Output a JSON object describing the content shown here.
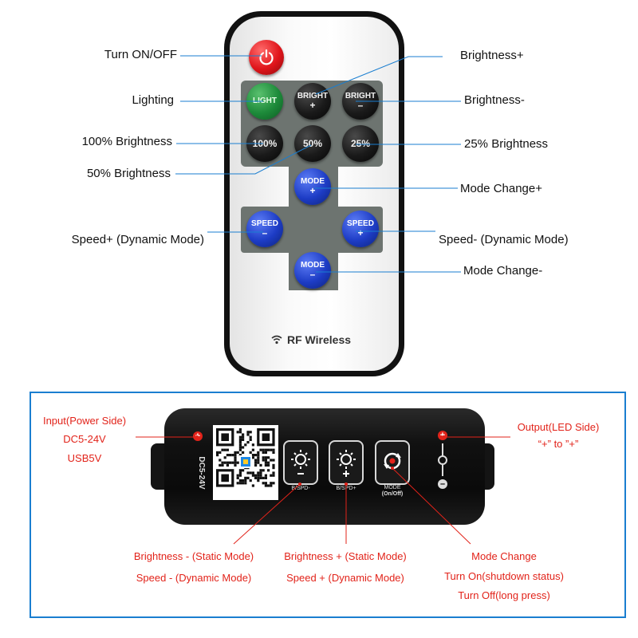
{
  "remote": {
    "buttons": {
      "power": {
        "icon": "power-icon"
      },
      "light": {
        "label": "LIGHT"
      },
      "bright_plus": {
        "top": "BRIGHT",
        "bottom": "+"
      },
      "bright_minus": {
        "top": "BRIGHT",
        "bottom": "–"
      },
      "b100": {
        "label": "100%"
      },
      "b50": {
        "label": "50%"
      },
      "b25": {
        "label": "25%"
      },
      "mode_plus": {
        "top": "MODE",
        "bottom": "+"
      },
      "speed_minus_left": {
        "top": "SPEED",
        "bottom": "–"
      },
      "speed_plus_right": {
        "top": "SPEED",
        "bottom": "+"
      },
      "mode_minus": {
        "top": "MODE",
        "bottom": "–"
      }
    },
    "brand": {
      "text": "RF Wireless",
      "icon": "wireless-signal-icon"
    }
  },
  "remote_labels": {
    "turn_on_off": "Turn ON/OFF",
    "brightness_plus": "Brightness+",
    "lighting": "Lighting",
    "brightness_minus": "Brightness-",
    "b100": "100% Brightness",
    "b25": "25% Brightness",
    "b50": "50% Brightness",
    "mode_change_plus": "Mode Change+",
    "speed_plus": "Speed+ (Dynamic Mode)",
    "speed_minus": "Speed- (Dynamic Mode)",
    "mode_change_minus": "Mode Change-"
  },
  "controller": {
    "dc_label": "DC5-24V",
    "key1_label": "B/SPD-",
    "key2_label": "B/SPD+",
    "key3_label_1": "MODE",
    "key3_label_2": "(On/Off)",
    "input_plus": "+",
    "output_plus": "+",
    "output_minus": "–"
  },
  "controller_labels": {
    "input_1": "Input(Power Side)",
    "input_2": "DC5-24V",
    "input_3": "USB5V",
    "output_1": "Output(LED Side)",
    "output_2": "“+” to ”+”",
    "bm_1": "Brightness - (Static Mode)",
    "bm_2": "Speed - (Dynamic Mode)",
    "bp_1": "Brightness + (Static Mode)",
    "bp_2": "Speed + (Dynamic Mode)",
    "mc_1": "Mode Change",
    "mc_2": "Turn On(shutdown status)",
    "mc_3": "Turn Off(long press)"
  },
  "colors": {
    "leader_blue": "#1a7ed0",
    "leader_red": "#e2231a",
    "label_red": "#e2231a"
  }
}
